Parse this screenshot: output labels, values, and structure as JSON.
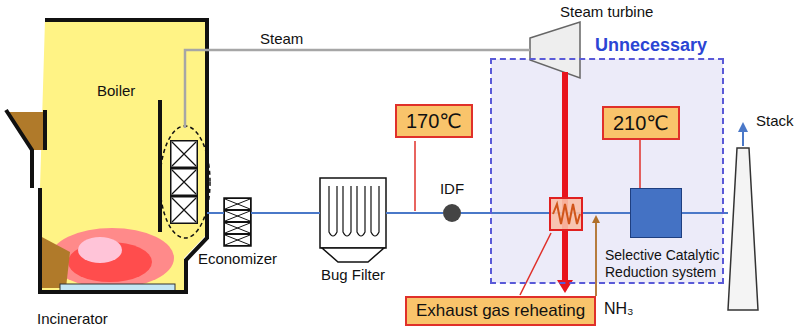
{
  "diagram": {
    "nodes": [
      {
        "text": [
          "Incinerator"
        ]
      },
      {
        "text": [
          "Boiler"
        ],
        "in": 0
      },
      {
        "text": [
          "Economizer"
        ]
      },
      {
        "text": [
          "Bug Filter"
        ]
      },
      {
        "text": [
          "170℃"
        ]
      },
      {
        "text": [
          "IDF"
        ]
      },
      {
        "text": [
          "Steam turbine"
        ]
      },
      {
        "text": [
          "Unnecessary"
        ]
      },
      {
        "text": [
          "210℃"
        ],
        "in": 7
      },
      {
        "text": [
          "Selective Catalytic Reduction system"
        ],
        "in": 7
      },
      {
        "text": [
          "Stack"
        ]
      },
      {
        "text": [
          "Exhaust gas reheating"
        ]
      }
    ],
    "edges": [
      {
        "from": 1,
        "to": 2,
        "arrow": "none"
      },
      {
        "from": 2,
        "to": 3,
        "arrow": "none"
      },
      {
        "from": 3,
        "to": 5,
        "arrow": "none"
      },
      {
        "from": 5,
        "to": 9,
        "arrow": "none"
      },
      {
        "from": 9,
        "to": 10,
        "arrow": "none"
      },
      {
        "from": 1,
        "to": 6,
        "label": "Steam",
        "arrow": "none"
      },
      {
        "from": 8,
        "to": 9,
        "arrow": "none"
      }
    ],
    "labels": [
      "NH₃"
    ]
  }
}
